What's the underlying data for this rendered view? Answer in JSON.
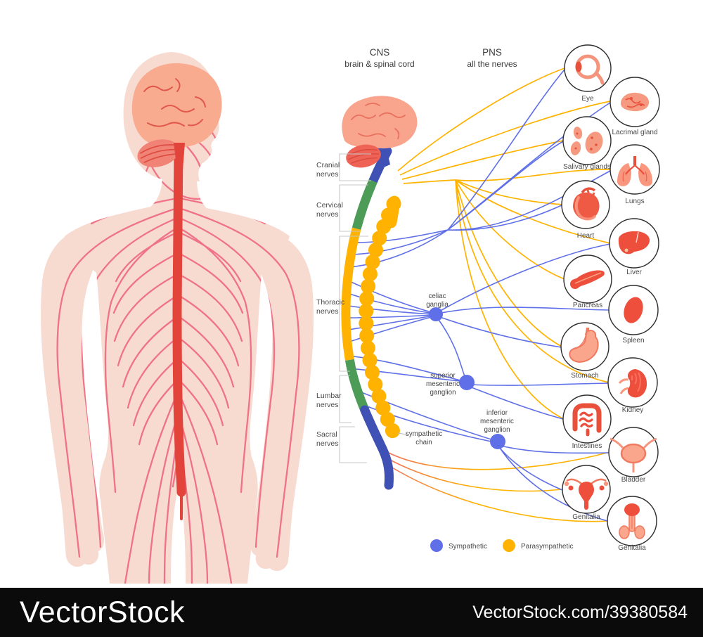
{
  "headers": {
    "cns": "CNS",
    "cns_sub": "brain & spinal cord",
    "pns": "PNS",
    "pns_sub": "all the nerves"
  },
  "spine_labels": [
    {
      "line1": "Cranial",
      "line2": "nerves"
    },
    {
      "line1": "Cervical",
      "line2": "nerves"
    },
    {
      "line1": "Thoracic",
      "line2": "nerves"
    },
    {
      "line1": "Lumbar",
      "line2": "nerves"
    },
    {
      "line1": "Sacral",
      "line2": "nerves"
    }
  ],
  "ganglia": {
    "celiac": [
      "celiac",
      "ganglia"
    ],
    "superior": [
      "superior",
      "mesenteric",
      "ganglion"
    ],
    "inferior": [
      "inferior",
      "mesenteric",
      "ganglion"
    ],
    "chain": [
      "sympathetic",
      "chain"
    ]
  },
  "organs": [
    "Eye",
    "Lacrimal gland",
    "Salivary glands",
    "Lungs",
    "Heart",
    "Liver",
    "Pancreas",
    "Spleen",
    "Stomach",
    "Kidney",
    "Intestines",
    "Bladder",
    "Genitalia",
    "Genitalia"
  ],
  "legend": {
    "sympathetic": "Sympathetic",
    "parasympathetic": "Parasympathetic"
  },
  "watermark": {
    "brand": "VectorStock",
    "url": "VectorStock.com/39380584"
  },
  "colors": {
    "c-sym": "#5F6FE8",
    "c-par": "#FFB300",
    "c-spine-green": "#4C9B57",
    "c-spine-indigo": "#3F51B5",
    "c-body": "#F7DBD1",
    "c-nerve": "#EF7286",
    "c-cord": "#E2443B",
    "c-organ-salmon": "#F8977E",
    "c-organ-red": "#EE4F3C",
    "c-watermark-bg": "#0B0B0B"
  }
}
